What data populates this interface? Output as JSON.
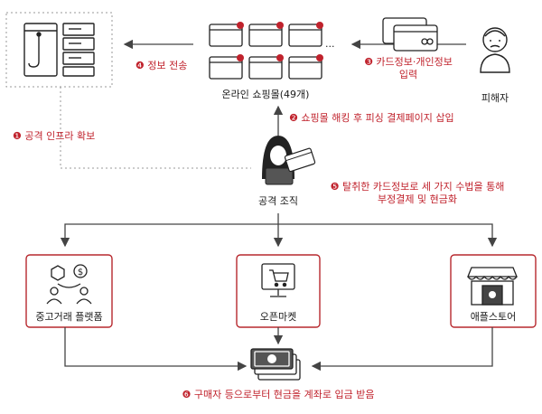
{
  "colors": {
    "accent_red": "#c0222c",
    "line": "#444444",
    "dotted": "#999999",
    "box_border": "#b7282e"
  },
  "nodes": {
    "server_label": "",
    "shops_label": "온라인 쇼핑몰(49개)",
    "victim_label": "피해자",
    "attacker_label": "공격 조직",
    "secondhand_label": "중고거래 플랫폼",
    "openmarket_label": "오픈마켓",
    "applestore_label": "애플스토어"
  },
  "steps": {
    "step1": "❶ 공격 인프라 확보",
    "step2": "❷ 쇼핑몰 해킹 후 피싱 결제페이지 삽입",
    "step3_line1": "❸ 카드정보·개인정보",
    "step3_line2": "입력",
    "step4": "❹ 정보 전송",
    "step5_line1": "❺ 탈취한 카드정보로 세 가지 수법을 통해",
    "step5_line2": "부정결제 및 현금화",
    "step6": "❻ 구매자 등으로부터 현금을 계좌로 입금 받음"
  },
  "icons": [
    "server-icon",
    "browser-window-icon",
    "credit-card-icon",
    "victim-icon",
    "hacker-icon",
    "exchange-icon",
    "cart-monitor-icon",
    "apple-store-icon",
    "cash-icon"
  ],
  "misc": {
    "ellipsis": "..."
  }
}
